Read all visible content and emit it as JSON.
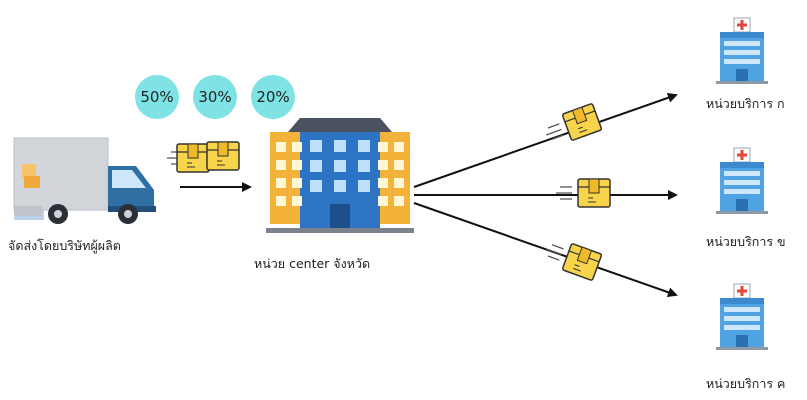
{
  "percentages": [
    "50%",
    "30%",
    "20%"
  ],
  "labels": {
    "manufacturer": "จัดส่งโดยบริษัทผู้ผลิต",
    "center": "หน่วย center จังหวัด",
    "unit_a": "หน่วยบริการ ก",
    "unit_b": "หน่วยบริการ ข",
    "unit_c": "หน่วยบริการ ค"
  },
  "colors": {
    "bubble": "#7fe3e6",
    "truck_body": "#cfd3d8",
    "truck_cab": "#2f6fa3",
    "box": "#f7d44a",
    "building_side": "#f3b23a",
    "building_front": "#2d74c4",
    "building_roof": "#4a5260",
    "hospital": "#4fa3e3",
    "cross": "#e2453c"
  },
  "icons": [
    "delivery-truck-icon",
    "parcel-box-icon",
    "building-icon",
    "hospital-icon"
  ]
}
